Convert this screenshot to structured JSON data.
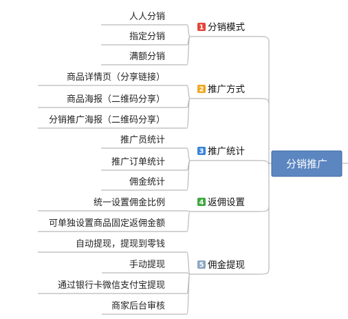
{
  "root": {
    "label": "分销推广",
    "fill": "#5b86c0",
    "border": "#3f6aa3"
  },
  "line_color": "#b9b9b9",
  "branches": [
    {
      "num": "1",
      "label": "分销模式",
      "badge_color": "#e4453a",
      "leaves": [
        "人人分销",
        "指定分销",
        "满额分销"
      ]
    },
    {
      "num": "2",
      "label": "推广方式",
      "badge_color": "#f0a820",
      "leaves": [
        "商品详情页（分享链接）",
        "商品海报（二维码分享）",
        "分销推广海报（二维码分享）"
      ]
    },
    {
      "num": "3",
      "label": "推广统计",
      "badge_color": "#3a84d8",
      "leaves": [
        "推广员统计",
        "推广订单统计",
        "佣金统计"
      ]
    },
    {
      "num": "4",
      "label": "返佣设置",
      "badge_color": "#3fa83f",
      "leaves": [
        "统一设置佣金比例",
        "可单独设置商品固定返佣金额"
      ]
    },
    {
      "num": "5",
      "label": "佣金提现",
      "badge_color": "#8aa6c0",
      "leaves": [
        "自动提现，提现到零钱",
        "手动提现",
        "通过银行卡微信支付宝提现",
        "商家后台审核"
      ]
    }
  ]
}
